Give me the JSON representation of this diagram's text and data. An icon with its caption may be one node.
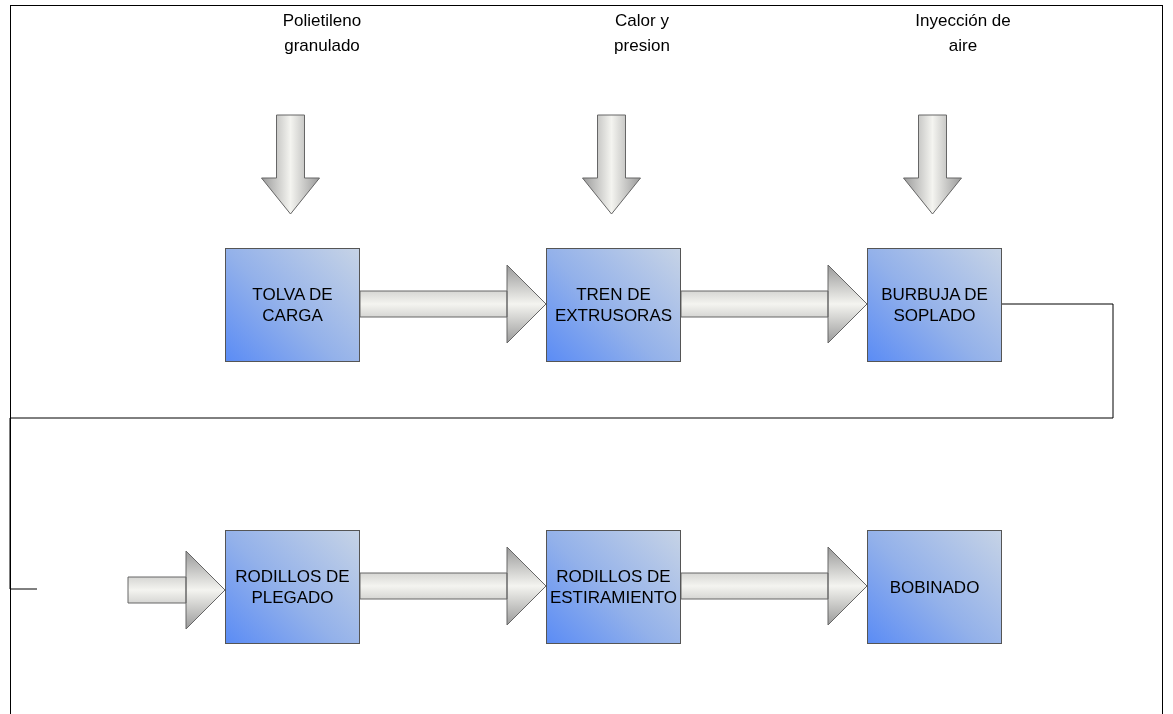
{
  "diagram": {
    "nodes": [
      {
        "text": [
          "Polietileno granulado"
        ]
      },
      {
        "text": [
          "Calor y presion"
        ]
      },
      {
        "text": [
          "Inyección de aire"
        ]
      },
      {
        "text": [
          "TOLVA DE CARGA"
        ]
      },
      {
        "text": [
          "TREN DE EXTRUSORAS"
        ]
      },
      {
        "text": [
          "BURBUJA DE SOPLADO"
        ]
      },
      {
        "text": [
          "RODILLOS DE PLEGADO"
        ]
      },
      {
        "text": [
          "RODILLOS DE ESTIRAMIENTO"
        ]
      },
      {
        "text": [
          "BOBINADO"
        ]
      }
    ],
    "edges": [
      {
        "from": 0,
        "to": 3,
        "arrow": "to"
      },
      {
        "from": 1,
        "to": 4,
        "arrow": "to"
      },
      {
        "from": 2,
        "to": 5,
        "arrow": "to"
      },
      {
        "from": 3,
        "to": 4,
        "arrow": "to"
      },
      {
        "from": 4,
        "to": 5,
        "arrow": "to"
      },
      {
        "from": 5,
        "to": null,
        "arrow": "none"
      },
      {
        "from": null,
        "to": 6,
        "arrow": "to"
      },
      {
        "from": 6,
        "to": 7,
        "arrow": "to"
      },
      {
        "from": 7,
        "to": 8,
        "arrow": "to"
      }
    ]
  }
}
